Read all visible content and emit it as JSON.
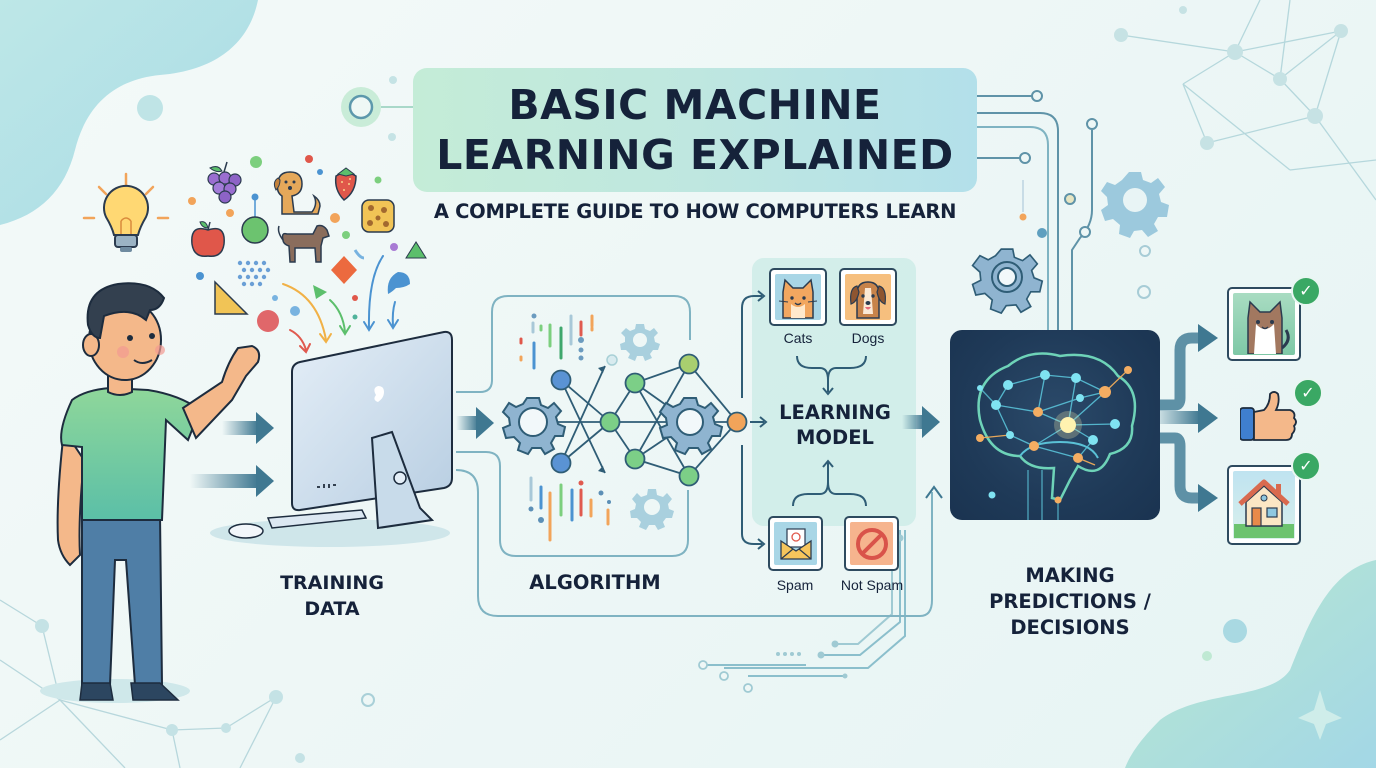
{
  "header": {
    "title_line1": "BASIC MACHINE",
    "title_line2": "LEARNING EXPLAINED",
    "subtitle": "A COMPLETE GUIDE TO HOW COMPUTERS LEARN"
  },
  "stages": [
    {
      "id": "training-data",
      "label_line1": "TRAINING",
      "label_line2": "DATA",
      "icon": "computer-icon"
    },
    {
      "id": "algorithm",
      "label_line1": "ALGORITHM",
      "icon": "neural-network-icon"
    },
    {
      "id": "learning-model",
      "label_line1": "LEARNING",
      "label_line2": "MODEL"
    },
    {
      "id": "predictions",
      "label_line1": "MAKING",
      "label_line2": "PREDICTIONS /",
      "label_line3": "DECISIONS",
      "icon": "brain-icon"
    }
  ],
  "learning_model": {
    "top_examples": [
      {
        "label": "Cats",
        "icon": "cat-icon"
      },
      {
        "label": "Dogs",
        "icon": "dog-icon"
      }
    ],
    "bottom_examples": [
      {
        "label": "Spam",
        "icon": "envelope-icon"
      },
      {
        "label": "Not Spam",
        "icon": "prohibited-icon"
      }
    ]
  },
  "outputs": [
    {
      "icon": "cat-icon",
      "status": "check"
    },
    {
      "icon": "thumbs-up-icon",
      "status": "check"
    },
    {
      "icon": "house-icon",
      "status": "check"
    }
  ],
  "input_items": [
    "lightbulb-icon",
    "grapes-icon",
    "dog-icon",
    "strawberry-icon",
    "cookie-icon",
    "apple-icon",
    "dog-icon",
    "triangle-icon",
    "diamond-icon",
    "circle-icon",
    "dots-pattern-icon"
  ],
  "colors": {
    "title_bg_start": "#c4ecd7",
    "title_bg_end": "#b3e0ea",
    "text_dark": "#15223a",
    "arrow_blue": "#3f7891",
    "line_teal": "#7fb3c2",
    "brain_bg": "#1f3a58",
    "check_green": "#3aa864",
    "accent_orange": "#f2a45a"
  }
}
